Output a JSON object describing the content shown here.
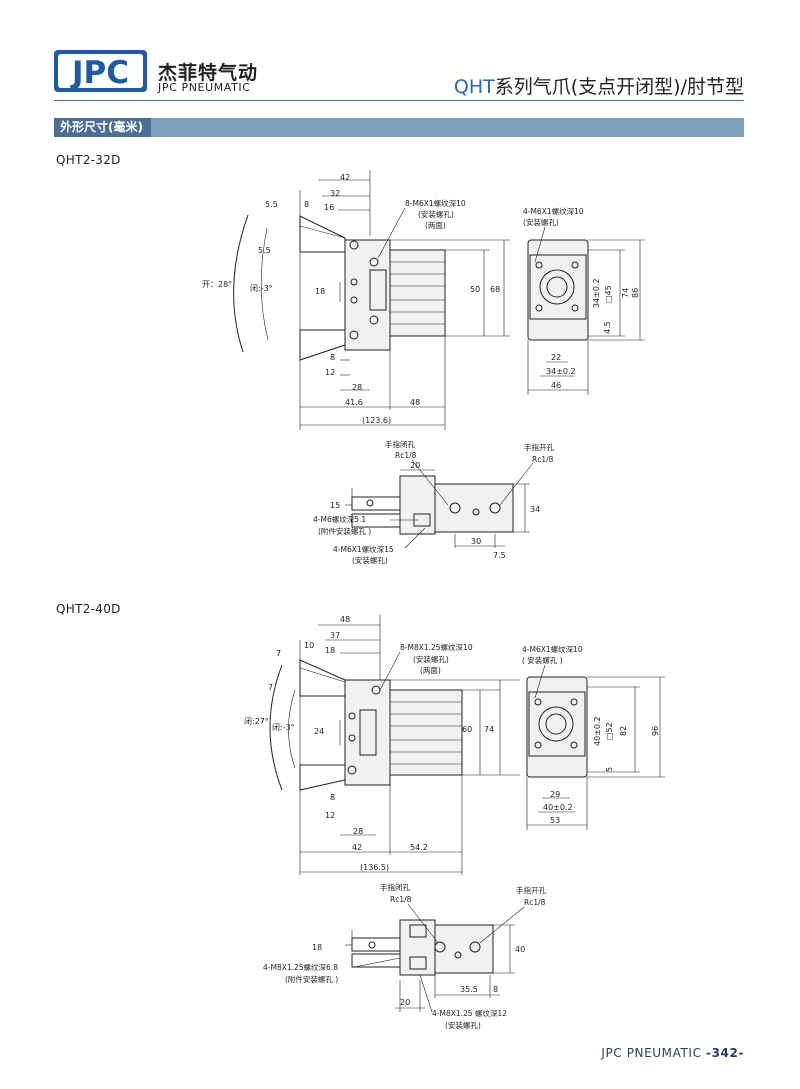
{
  "header": {
    "brand_cn": "杰菲特气动",
    "brand_en": "JPC PNEUMATIC",
    "logo_text": "JPC",
    "title_model": "QHT",
    "title_rest": "系列气爪(支点开闭型)/肘节型"
  },
  "section": {
    "label": "外形尺寸(毫米)"
  },
  "models": [
    {
      "name": "QHT2-32D",
      "side": {
        "dims": [
          "42",
          "32",
          "16",
          "8",
          "5.5",
          "5.5",
          "18",
          "50",
          "68",
          "8",
          "12",
          "28",
          "41.6",
          "48",
          "(123.6)"
        ],
        "angle_open": "开：28°",
        "angle_close": "闭:-3°",
        "note_title": "8-M6X1螺纹深10",
        "note_sub1": "(安装螺孔)",
        "note_sub2": "(两面)"
      },
      "end": {
        "note_title": "4-M6X1螺纹深10",
        "note_sub": "(安装螺孔)",
        "dims": [
          "34±0.2",
          "□45",
          "74",
          "86",
          "4.5",
          "22",
          "34±0.2",
          "46"
        ]
      },
      "top": {
        "close_label": "手指闭孔",
        "close_port": "Rc1/8",
        "open_label": "手指开孔",
        "open_port": "Rc1/8",
        "dims": [
          "20",
          "15",
          "34",
          "30",
          "7.5"
        ],
        "note1": "4-M6螺纹深5.1",
        "note1_sub": "(附件安装螺孔 )",
        "note2": "4-M6X1螺纹深15",
        "note2_sub": "(安装螺孔)"
      }
    },
    {
      "name": "QHT2-40D",
      "side": {
        "dims": [
          "48",
          "37",
          "18",
          "10",
          "7",
          "7",
          "24",
          "60",
          "74",
          "8",
          "12",
          "28",
          "42",
          "54.2",
          "(136.5)"
        ],
        "angle_open": "闭:27°",
        "angle_close": "闭:-3°",
        "note_title": "8-M8X1.25螺纹深10",
        "note_sub1": "(安装螺孔)",
        "note_sub2": "(两面)"
      },
      "end": {
        "note_title": "4-M6X1螺纹深10",
        "note_sub": "( 安装螺孔 )",
        "dims": [
          "40±0.2",
          "□52",
          "82",
          "96",
          "5",
          "29",
          "40±0.2",
          "53"
        ]
      },
      "top": {
        "close_label": "手指闭孔",
        "close_port": "Rc1/8",
        "open_label": "手指开孔",
        "open_port": "Rc1/8",
        "dims": [
          "18",
          "40",
          "20",
          "35.5",
          "8"
        ],
        "note1": "4-M8X1.25螺纹深6.8",
        "note1_sub": "(附件安装螺孔 )",
        "note2": "4-M8X1.25 螺纹深12",
        "note2_sub": "(安装螺孔)"
      }
    }
  ],
  "footer": {
    "brand": "JPC PNEUMATIC",
    "page": "-342-"
  }
}
